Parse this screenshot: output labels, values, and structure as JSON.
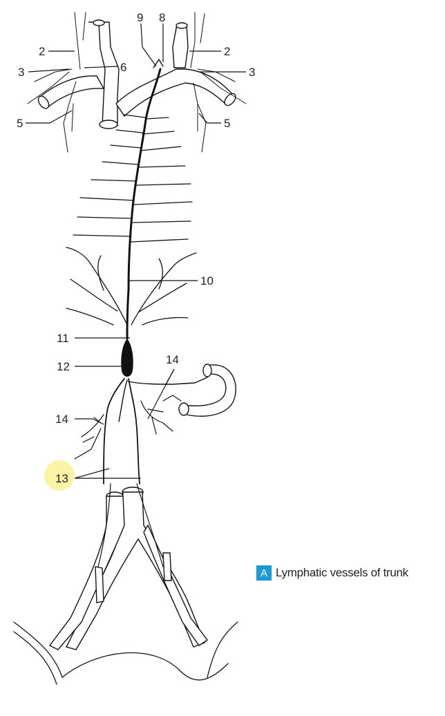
{
  "labels": {
    "l2_left": "2",
    "l2_right": "2",
    "l3_left": "3",
    "l3_right": "3",
    "l5_left": "5",
    "l5_right": "5",
    "l6": "6",
    "l8": "8",
    "l9": "9",
    "l10": "10",
    "l11": "11",
    "l12": "12",
    "l13": "13",
    "l14_left": "14",
    "l14_right": "14"
  },
  "caption": {
    "badge": "A",
    "text": "Lymphatic vessels of trunk"
  },
  "colors": {
    "badge": "#1a9ad6",
    "highlight": "#fbf3a6"
  }
}
